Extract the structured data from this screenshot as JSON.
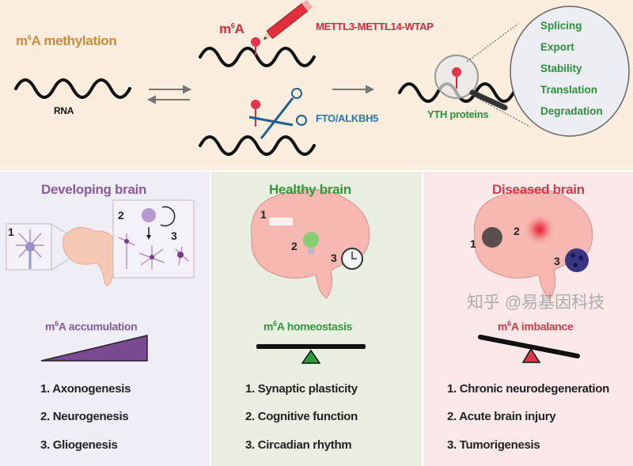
{
  "top": {
    "title": "m6A methylation",
    "title_prefix": "m",
    "title_sup": "6",
    "title_rest": "A methylation",
    "rna_label": "RNA",
    "m6a_label_prefix": "m",
    "m6a_label_sup": "6",
    "m6a_label_rest": "A",
    "writers": "METTL3-METTL14-WTAP",
    "erasers": "FTO/ALKBH5",
    "readers": "YTH proteins",
    "functions": [
      "Splicing",
      "Export",
      "Stability",
      "Translation",
      "Degradation"
    ]
  },
  "panels": [
    {
      "title": "Developing brain",
      "markers": [
        "1",
        "2",
        "3"
      ],
      "sub_prefix": "m",
      "sub_sup": "6",
      "sub_rest": "A accumulation",
      "items": [
        "1. Axonogenesis",
        "2. Neurogenesis",
        "3. Gliogenesis"
      ]
    },
    {
      "title": "Healthy brain",
      "markers": [
        "1",
        "2",
        "3"
      ],
      "sub_prefix": "m",
      "sub_sup": "6",
      "sub_rest": "A homeostasis",
      "items": [
        "1. Synaptic plasticity",
        "2. Cognitive function",
        "3. Circadian rhythm"
      ]
    },
    {
      "title": "Diseased brain",
      "markers": [
        "1",
        "2",
        "3"
      ],
      "sub_prefix": "m",
      "sub_sup": "6",
      "sub_rest": "A imbalance",
      "items": [
        "1. Chronic neurodegeneration",
        "2. Acute brain injury",
        "3. Tumorigenesis"
      ]
    }
  ],
  "watermark": "知乎 @易基因科技",
  "colors": {
    "top_bg": "#fbeedf",
    "title_orange": "#c98a3c",
    "writer_red": "#d6283e",
    "eraser_blue": "#2a78b0",
    "reader_green": "#2e8f3c",
    "developing_purple": "#8a5aa0",
    "healthy_green": "#2e9a3a",
    "diseased_red": "#d8384a"
  }
}
